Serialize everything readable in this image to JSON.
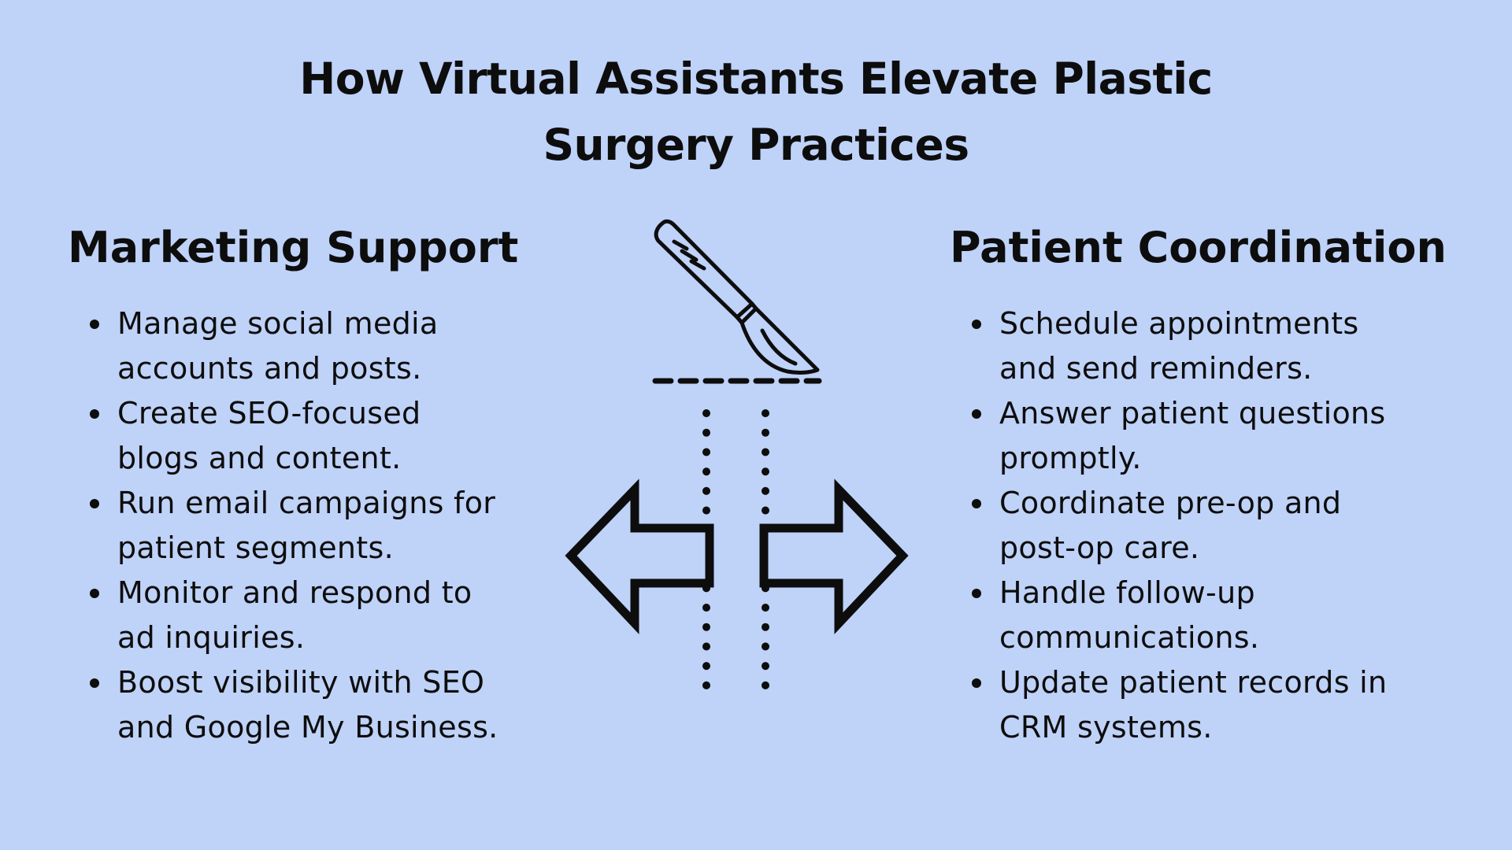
{
  "title": {
    "line1": "How Virtual Assistants Elevate Plastic",
    "line2": "Surgery Practices"
  },
  "marketing": {
    "heading": "Marketing Support",
    "items": [
      {
        "line1": "Manage social media",
        "line2": "accounts and posts."
      },
      {
        "line1": "Create SEO-focused",
        "line2": "blogs and content."
      },
      {
        "line1": "Run email campaigns for",
        "line2": "patient segments."
      },
      {
        "line1": "Monitor and respond to",
        "line2": "ad inquiries."
      },
      {
        "line1": "Boost visibility with SEO",
        "line2": "and Google My Business."
      }
    ]
  },
  "patient": {
    "heading": "Patient Coordination",
    "items": [
      {
        "line1": "Schedule appointments",
        "line2": "and send reminders."
      },
      {
        "line1": "Answer patient questions",
        "line2": "promptly."
      },
      {
        "line1": "Coordinate pre-op and",
        "line2": "post-op care."
      },
      {
        "line1": "Handle follow-up",
        "line2": "communications."
      },
      {
        "line1": "Update patient records in",
        "line2": "CRM systems."
      }
    ]
  },
  "colors": {
    "background": "#bfd2f8",
    "ink": "#0d0d0d"
  },
  "icons": {
    "center": "scalpel-icon",
    "left": "arrow-left-icon",
    "right": "arrow-right-icon"
  }
}
